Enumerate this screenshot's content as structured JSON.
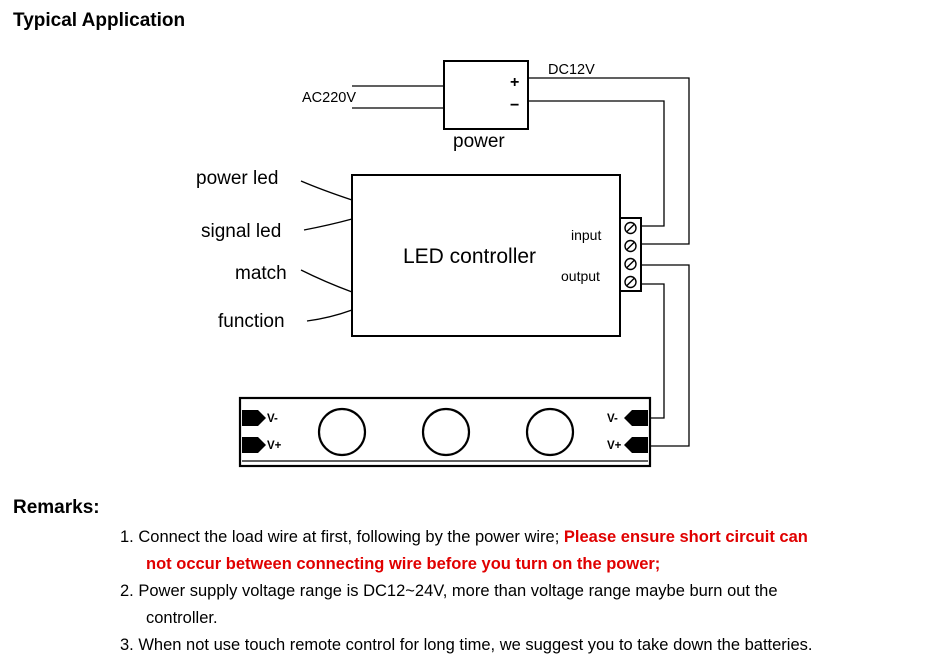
{
  "title": "Typical Application",
  "diagram": {
    "ac_label": "AC220V",
    "dc_label": "DC12V",
    "plus": "+",
    "minus": "−",
    "power_label": "power",
    "controller_label": "LED controller",
    "input_label": "input",
    "output_label": "output",
    "side_labels": [
      "power led",
      "signal led",
      "match",
      "function"
    ],
    "vminus": "V-",
    "vplus": "V+"
  },
  "remarks": {
    "heading": "Remarks:",
    "item1_num": "1. ",
    "item1_text": "Connect the load wire at first, following by the power wire; ",
    "item1_warn_a": "Please ensure short circuit can",
    "item1_warn_b": "not occur between connecting wire before you turn on the power;",
    "item2_num": "2. ",
    "item2_text_a": "Power supply voltage range is DC12~24V, more than voltage range maybe burn out the",
    "item2_text_b": "controller.",
    "item3_num": "3. ",
    "item3_text": "When not use touch remote control for long time, we suggest you to take down the batteries."
  }
}
